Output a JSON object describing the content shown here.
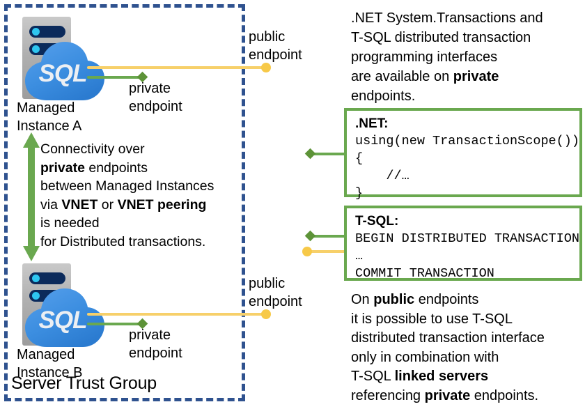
{
  "colors": {
    "trust_group_border": "#2f528f",
    "green_accent": "#6aa84f",
    "yellow_accent": "#f7c948",
    "cloud_blue": "#3c8ee0",
    "rack_gray": "#b0b0b0",
    "rack_bar_navy": "#0b2a5b",
    "led_cyan": "#2ec6f0"
  },
  "trust_group": {
    "label": "Server Trust Group"
  },
  "instances": [
    {
      "id": "managed-instance-a",
      "cloud_text": "SQL",
      "caption_line1": "Managed",
      "caption_line2": "Instance A",
      "private_endpoint_label_line1": "private",
      "private_endpoint_label_line2": "endpoint",
      "public_endpoint_label_line1": "public",
      "public_endpoint_label_line2": "endpoint"
    },
    {
      "id": "managed-instance-b",
      "cloud_text": "SQL",
      "caption_line1": "Managed",
      "caption_line2": "Instance B",
      "private_endpoint_label_line1": "private",
      "private_endpoint_label_line2": "endpoint",
      "public_endpoint_label_line1": "public",
      "public_endpoint_label_line2": "endpoint"
    }
  ],
  "connectivity_note": {
    "line1": "Connectivity over",
    "line2_bold": "private",
    "line2_rest": " endpoints",
    "line3": "between Managed Instances",
    "line4_pre": "via ",
    "line4_bold1": "VNET",
    "line4_mid": " or ",
    "line4_bold2": "VNET peering",
    "line5": "is needed",
    "line6": "for Distributed transactions."
  },
  "intro_text": {
    "line1": ".NET System.Transactions and",
    "line2": "T-SQL distributed transaction",
    "line3": "programming interfaces",
    "line4_pre": "are available on ",
    "line4_bold": "private",
    "line5": "endpoints."
  },
  "dotnet_box": {
    "title": ".NET:",
    "code": "using(new TransactionScope())\n{\n    //…\n}"
  },
  "tsql_box": {
    "title": "T-SQL:",
    "code": "BEGIN DISTRIBUTED TRANSACTION\n…\nCOMMIT TRANSACTION"
  },
  "closing_text": {
    "line1_pre": "On ",
    "line1_bold": "public",
    "line1_post": " endpoints",
    "line2": "it is possible to use T-SQL",
    "line3": "distributed transaction interface",
    "line4": "only in combination with",
    "line5_pre": "T-SQL ",
    "line5_bold": "linked servers",
    "line6_pre": "referencing ",
    "line6_bold": "private",
    "line6_post": " endpoints."
  }
}
